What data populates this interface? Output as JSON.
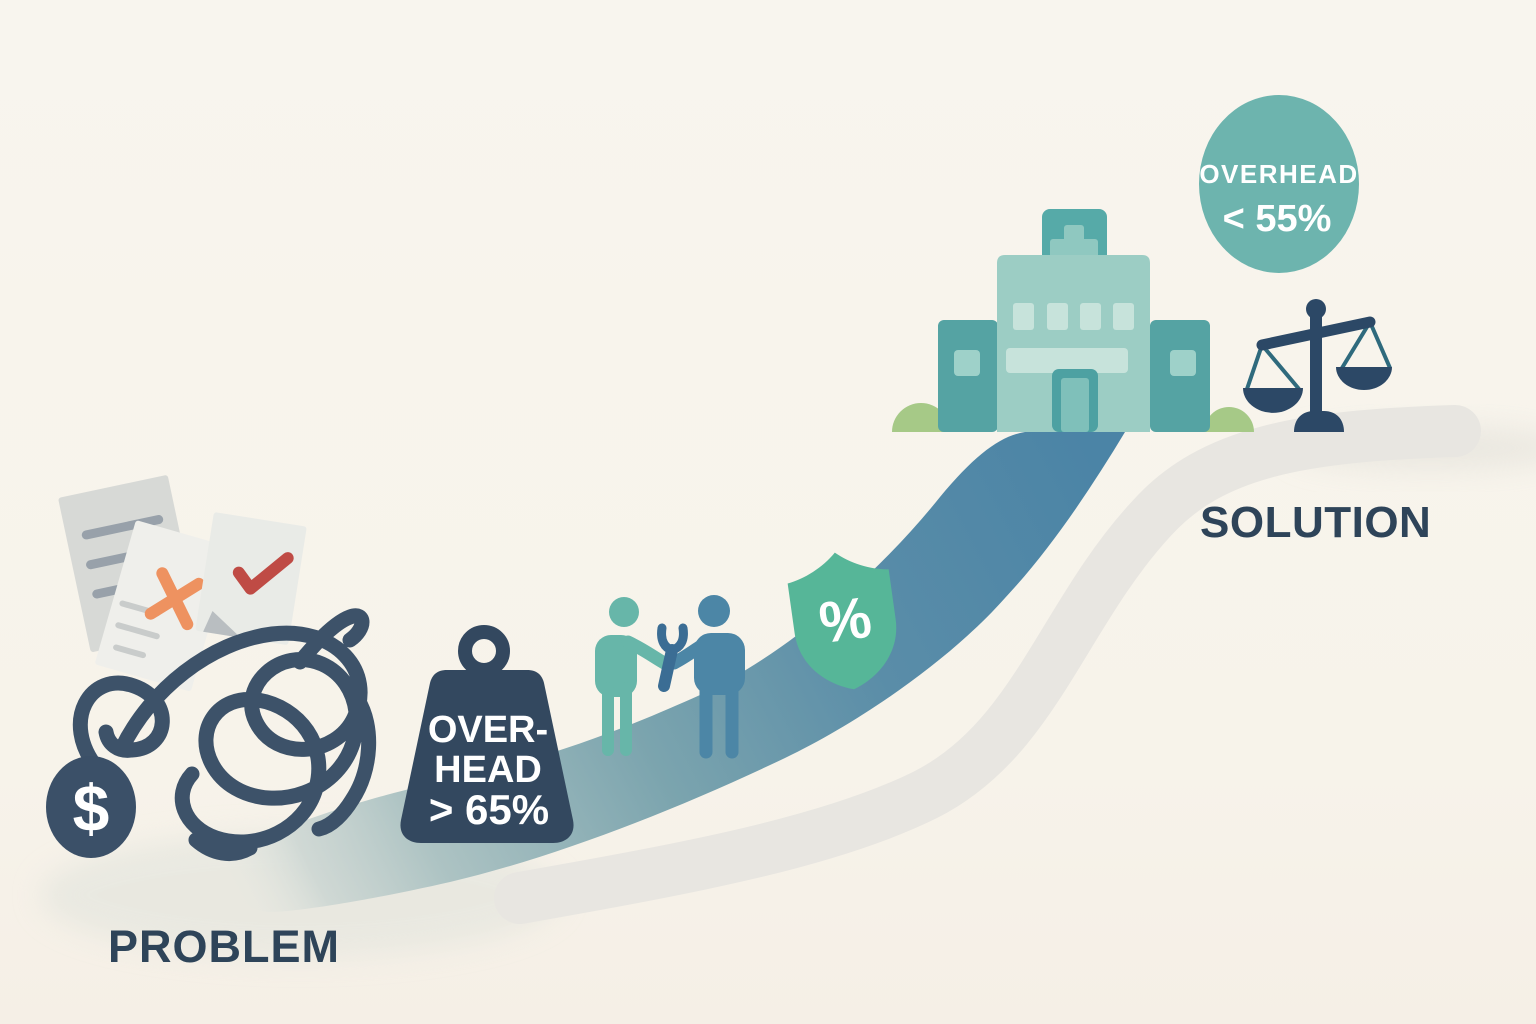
{
  "scene": {
    "description": "Problem-to-solution journey illustration about healthcare overhead",
    "problem_label": "PROBLEM",
    "solution_label": "SOLUTION"
  },
  "overhead_badge": {
    "title": "OVERHEAD",
    "value": "< 55%"
  },
  "overhead_weight": {
    "line1": "OVER-",
    "line2": "HEAD",
    "value": "> 65%"
  },
  "shield": {
    "symbol": "%"
  },
  "coin": {
    "symbol": "$"
  },
  "icons": [
    "documents-icon",
    "tangled-line-icon",
    "dollar-coin-icon",
    "weight-icon",
    "handshake-figures-icon",
    "wrench-icon",
    "shield-percent-icon",
    "journey-path",
    "hospital-icon",
    "balance-scale-icon",
    "overhead-badge"
  ],
  "colors": {
    "background": "#f8f5ee",
    "navy": "#2e4459",
    "scale_navy": "#2c4866",
    "scale_string": "#2f6a7d",
    "dark_slate": "#33485f",
    "badge_teal": "#6db4ae",
    "shield_green": "#56b698",
    "figure_teal": "#67b6a9",
    "figure_blue": "#4c86a6",
    "wrench_blue": "#3b6d94",
    "coin_navy": "#3b5068",
    "tangle_navy": "#3d5269",
    "path_blue": "#4b84a6",
    "path_gray": "#e8e6e1",
    "hospital_light": "#9ccdc4",
    "hospital_mid": "#57a4a4",
    "hospital_wing": "#55a3a3",
    "hospital_dark": "#4da1a2",
    "hospital_window": "#c7e3db",
    "hospital_window_small": "#9ed1c9",
    "cross_box": "#56aaa8",
    "cross_glyph": "#8fc8c0",
    "door_inner": "#7fc0ba",
    "bush_green": "#a6c987",
    "paper_gray": "#d7d9d6",
    "paper_light": "#efefeb",
    "paper_line": "#98a1aa",
    "x_orange": "#ee9260",
    "check_red": "#bf4b45"
  }
}
